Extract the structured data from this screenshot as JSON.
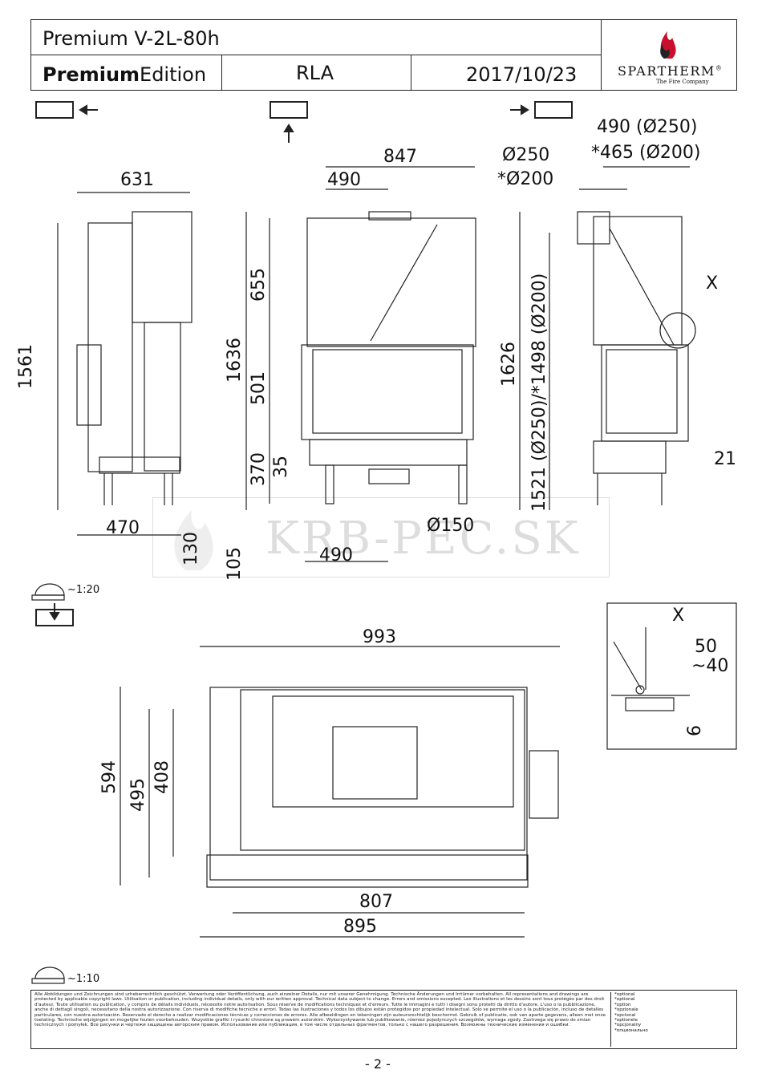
{
  "header": {
    "model": "Premium V-2L-80h",
    "edition_bold": "Premium",
    "edition_regular": "Edition",
    "variant": "RLA",
    "date": "2017/10/23",
    "brand": "SPARTHERM",
    "brand_reg": "®",
    "brand_tagline": "The Fire Company"
  },
  "views": {
    "side_left": {
      "width_top": "631",
      "height": "1561",
      "base_width": "470",
      "flue_height": "130",
      "bottom_height": "105"
    },
    "front": {
      "width": "847",
      "flue_offset": "490",
      "total_height": "1636",
      "upper_height": "655",
      "door_height": "501",
      "base_height": "370",
      "grate_height": "35",
      "air_diameter": "Ø150",
      "air_offset": "490"
    },
    "side_right": {
      "flue_dia_1": "Ø250",
      "flue_dia_2": "*Ø200",
      "flue_pos_1": "490 (Ø250)",
      "flue_pos_2": "*465 (Ø200)",
      "total_height": "1626",
      "flue_height": "1521 (Ø250)/*1498 (Ø200)",
      "detail_marker": "X",
      "offset": "21"
    },
    "plan": {
      "total_width": "993",
      "depth": "594",
      "depth_inner": "495",
      "depth_firebox": "408",
      "width_inner": "807",
      "width_outer": "895"
    },
    "detail_x": {
      "label": "X",
      "dim_1": "50",
      "dim_2": "~40",
      "dim_3": "6"
    }
  },
  "scales": {
    "top": "~1:20",
    "bottom": "~1:10"
  },
  "watermark": "KRB-PEC.SK",
  "footer": {
    "legal": "Alle Abbildungen und Zeichnungen sind urheberrechtlich geschützt. Verwertung oder Veröffentlichung, auch einzelner Details, nur mit unserer Genehmigung. Technische Änderungen und Irrtümer vorbehalten. All representations and drawings are protected by applicable copyright laws. Utilisation or publication, including individual details, only with our written approval. Technical data subject to change. Errors and omissions excepted. Les illustrations et les dessins sont tous protégés par des droit d'auteur. Toute utilisation ou publication, y compris de détails individuels, nécessite notre autorisation. Sous réserve de modifications techniques et d'erreurs. Tutte le immagini e tutti i disegni sono protetti da diritto d'autore. L'uso o la pubblicazione, anche di dettagli singoli, necessitano della nostra autorizzazione. Con riserva di modifiche tecniche e errori. Todas las ilustraciones y todos los dibujos están protegidos por propiedad intelectual. Solo se permite el uso o la publicación, incluso de detalles particulares, con nuestra autorización. Reservado el derecho a realizar modificaciones técnicas y correcciones de errores. Alle afbeeldingen en tekeningen zijn auteursrechtelijk beschermd. Gebruik of publicatie, ook van aparte gegevens, alleen met onze toelating. Technische wijzigingen en mogelijke fouten voorbehouden. Wszystkie grafiki i rysunki chronione są prawem autorskim. Wykorzystywanie lub publikowanie, również pojedynczych szczegółów, wymaga zgody. Zastrzega się prawo do zmian technicznych i pomyłek. Все рисунки и чертежи защищены авторским правом. Использование или публикация, в том числе отдельных фрагментов, только с нашего разрешения. Возможны технические изменения и ошибки.",
    "optional": [
      "*optional",
      "*optional",
      "*option",
      "*opzionale",
      "*opcional",
      "*optionele",
      "*opcjonalny",
      "*опционально"
    ]
  },
  "page_number": "- 2 -"
}
